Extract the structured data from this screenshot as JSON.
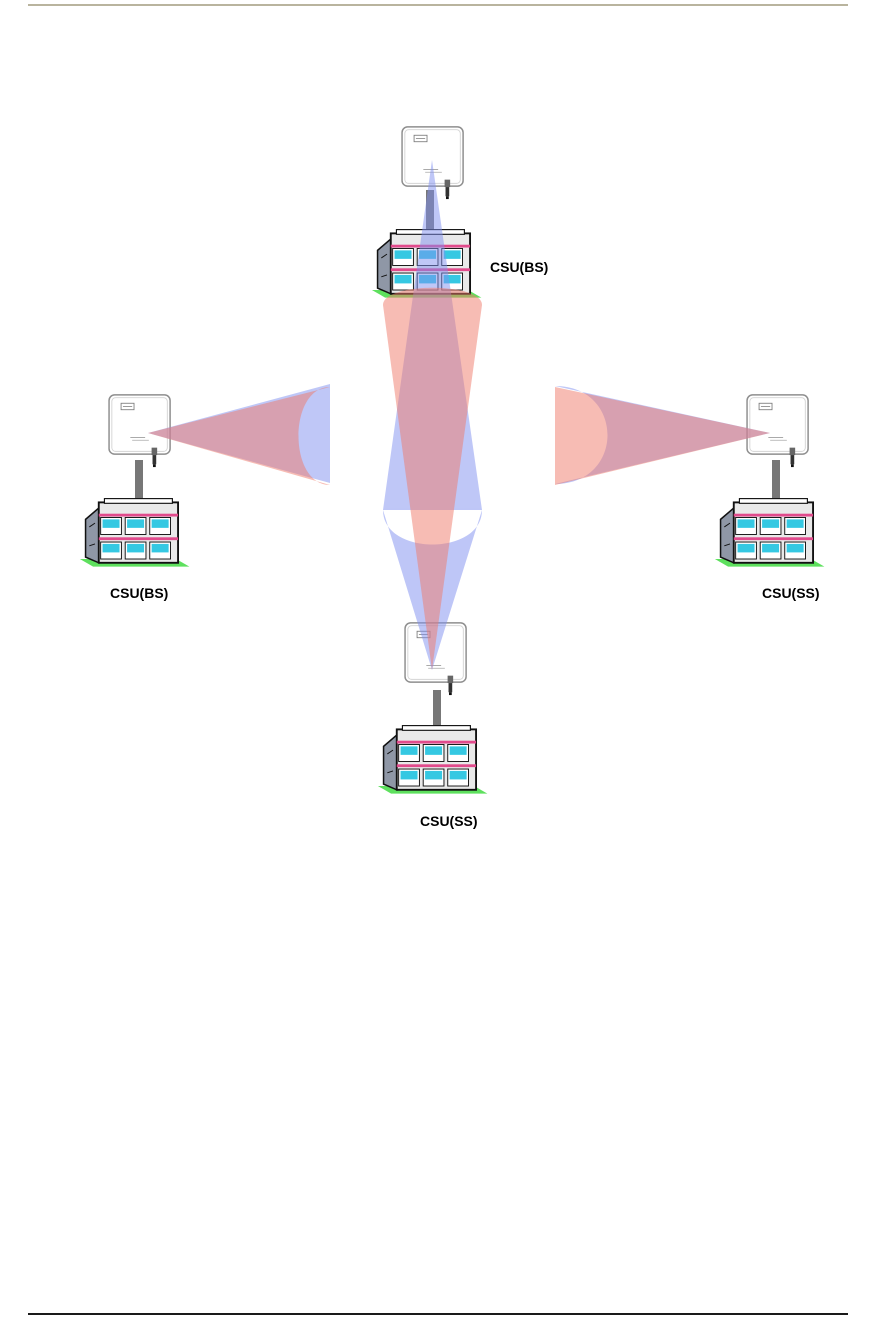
{
  "page": {
    "header_rule_color": "#b9b49e",
    "footer_rule_color": "#1a1a1a"
  },
  "diagram": {
    "beam_colors": {
      "bs_beam": "#f07a6a",
      "ss_beam": "#7f8ff0"
    },
    "sites": [
      {
        "id": "north",
        "label": "CSU(BS)",
        "role": "base-station"
      },
      {
        "id": "west",
        "label": "CSU(BS)",
        "role": "base-station"
      },
      {
        "id": "east",
        "label": "CSU(SS)",
        "role": "subscriber-station"
      },
      {
        "id": "south",
        "label": "CSU(SS)",
        "role": "subscriber-station"
      }
    ],
    "icons": [
      "antenna-unit-icon",
      "building-icon"
    ]
  }
}
